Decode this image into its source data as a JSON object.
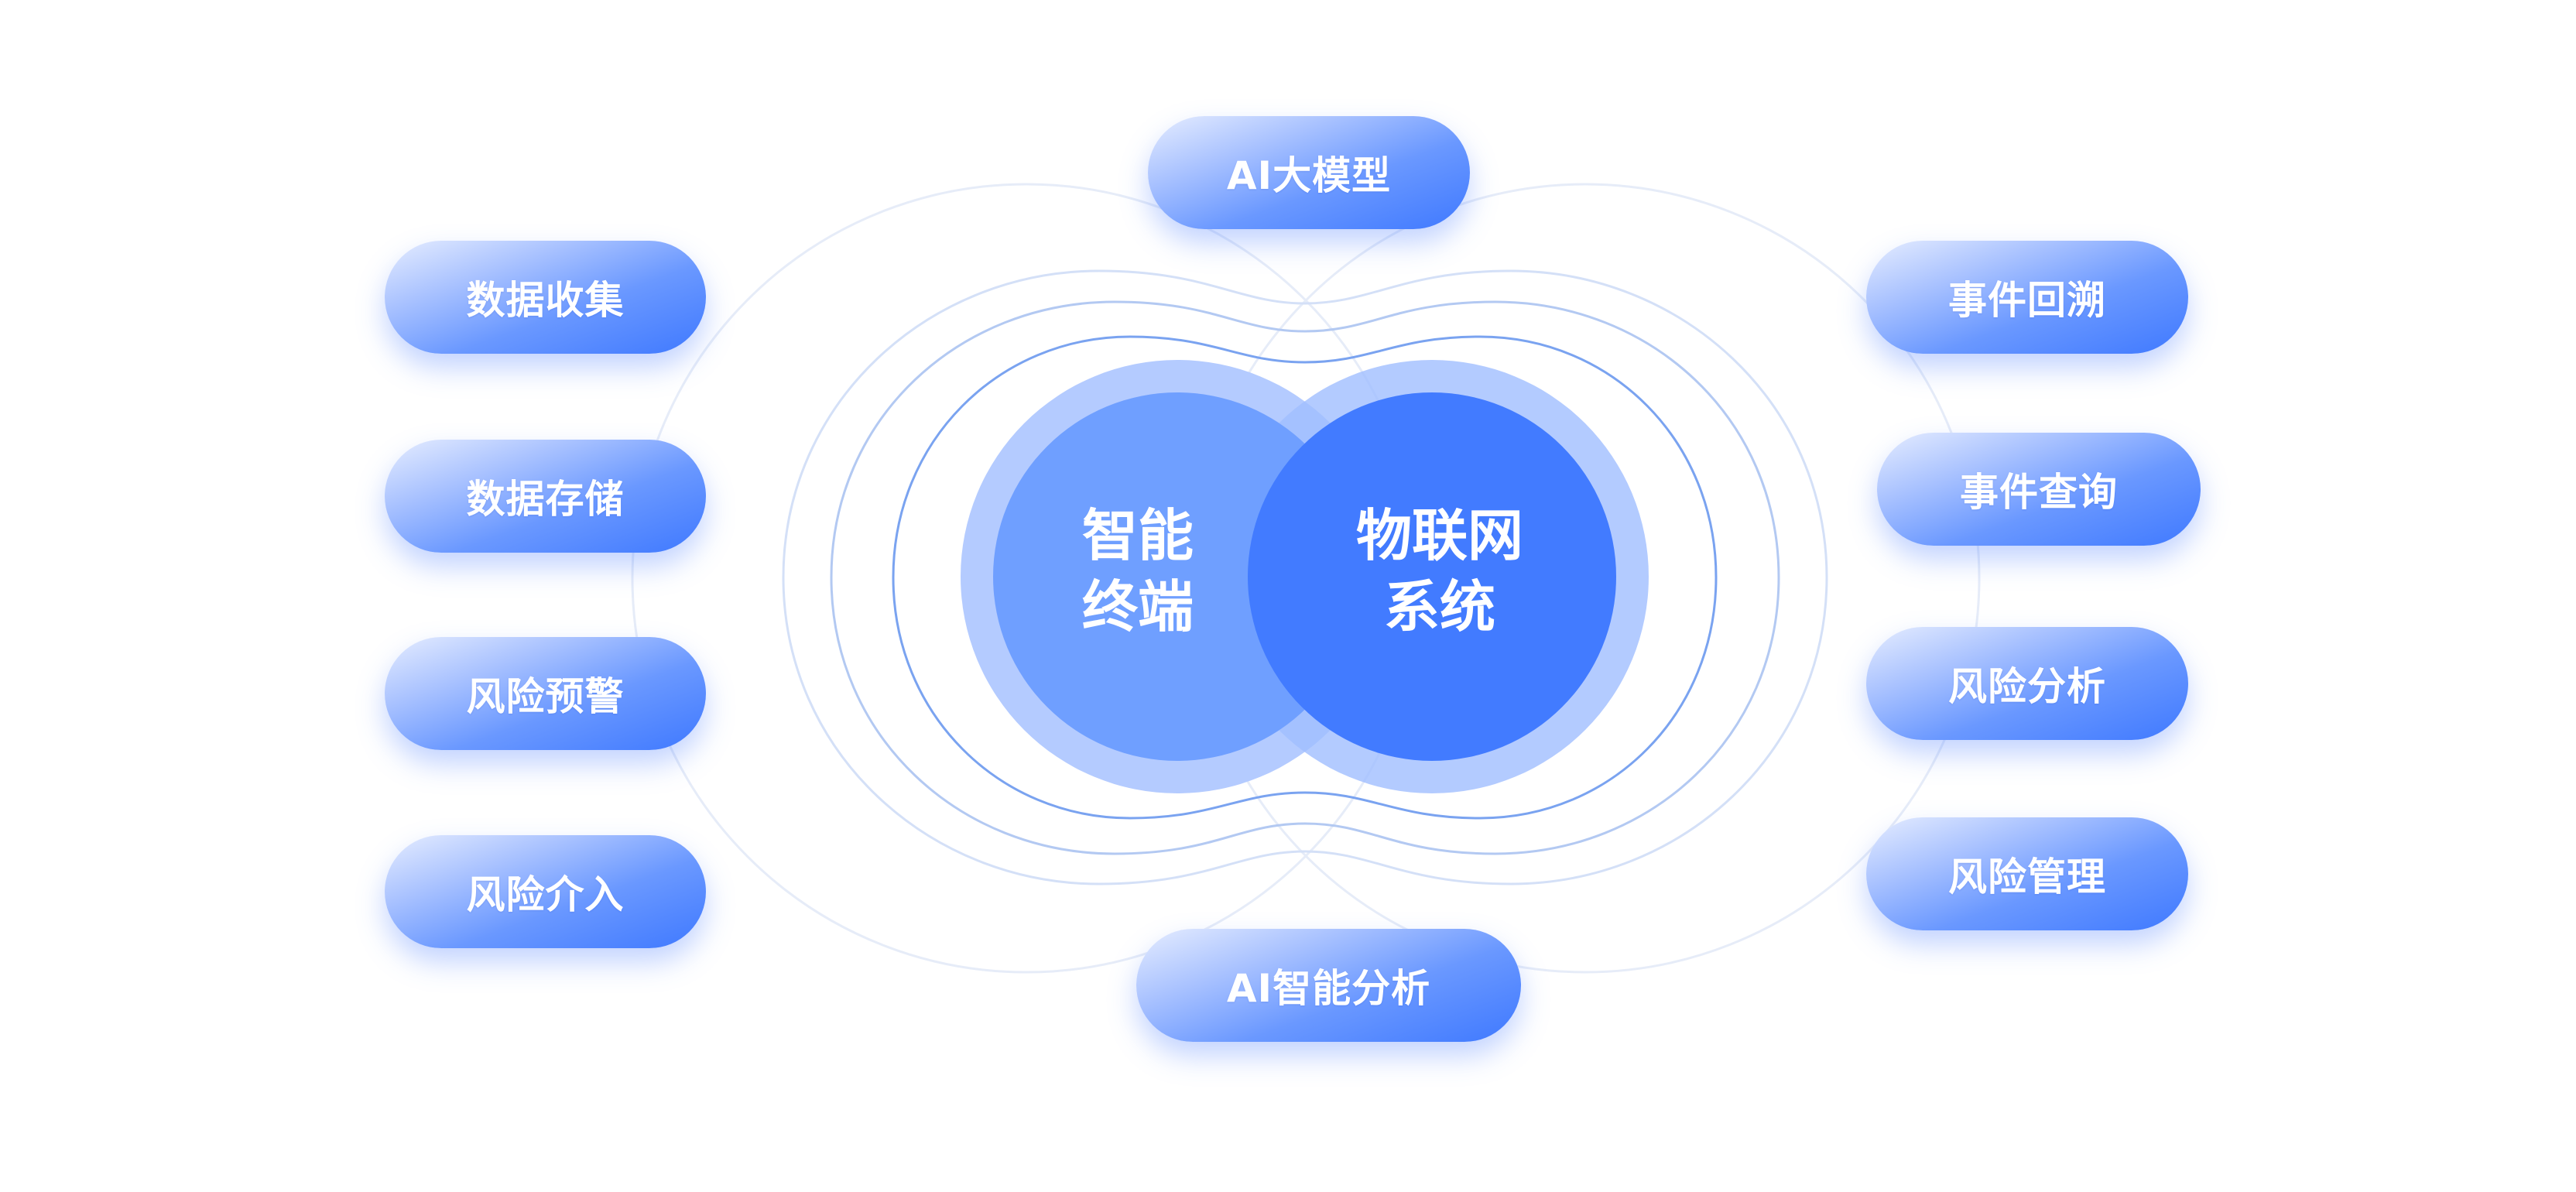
{
  "center": {
    "left_circle": {
      "line1": "智能",
      "line2": "终端"
    },
    "right_circle": {
      "line1": "物联网",
      "line2": "系统"
    }
  },
  "top_node": "AI大模型",
  "bottom_node": "AI智能分析",
  "left_nodes": [
    "数据收集",
    "数据存储",
    "风险预警",
    "风险介入"
  ],
  "right_nodes": [
    "事件回溯",
    "事件查询",
    "风险分析",
    "风险管理"
  ],
  "colors": {
    "primary": "#3f7bff",
    "light_circle": "#6f9fff",
    "halo": "#b4cbff",
    "ring": "#7aa3f0"
  }
}
